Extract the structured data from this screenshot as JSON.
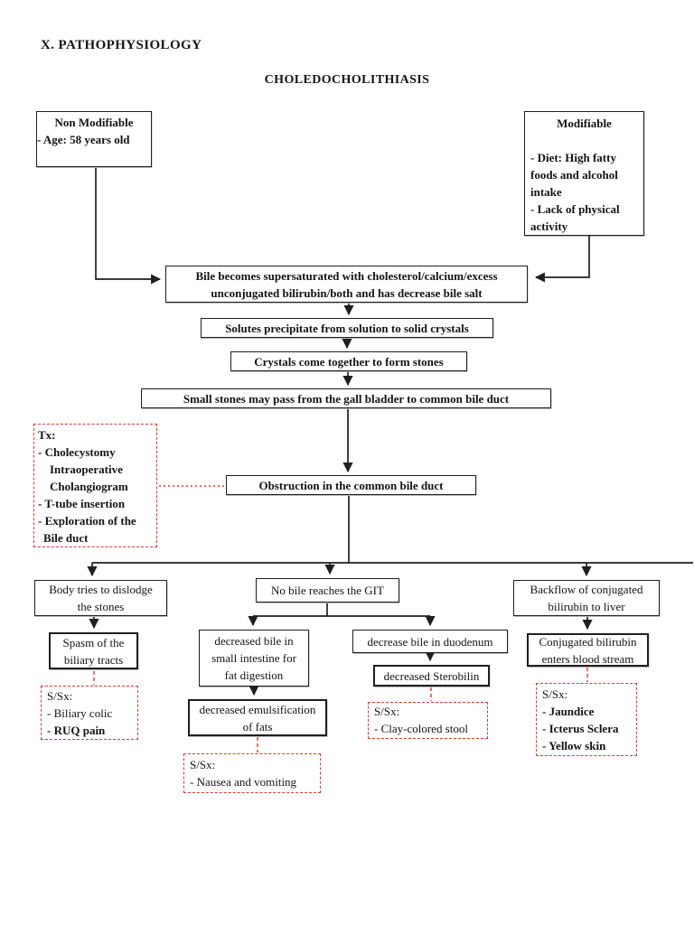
{
  "page": {
    "heading": "X. PATHOPHYSIOLOGY",
    "title": "CHOLEDOCHOLITHIASIS"
  },
  "colors": {
    "box_border": "#1f1f1f",
    "red_accent": "#e4372e"
  },
  "boxes": {
    "non_modifiable": {
      "lines": [
        "Non Modifiable",
        "- Age: 58 years old"
      ]
    },
    "modifiable": {
      "lines": [
        "Modifiable",
        " - Diet: High fatty",
        "foods and alcohol",
        "intake",
        "- Lack of physical",
        "activity"
      ]
    },
    "supersaturated": {
      "lines": [
        "Bile becomes supersaturated with cholesterol/calcium/excess",
        "unconjugated bilirubin/both and has decrease bile salt"
      ]
    },
    "solutes": {
      "lines": [
        "Solutes precipitate from solution to solid crystals"
      ]
    },
    "crystals": {
      "lines": [
        "Crystals come together to form stones"
      ]
    },
    "small_stones": {
      "lines": [
        "Small stones may pass from the gall bladder to common bile duct"
      ]
    },
    "tx": {
      "lines": [
        "Tx:",
        "- Cholecystomy",
        "Intraoperative",
        "Cholangiogram",
        "- T-tube insertion",
        "- Exploration of the",
        "Bile duct"
      ]
    },
    "obstruction": {
      "lines": [
        "Obstruction in the common bile duct"
      ]
    },
    "body_dislodge": {
      "lines": [
        "Body tries to dislodge",
        "the stones"
      ]
    },
    "spasm": {
      "lines": [
        "Spasm of the",
        "biliary tracts"
      ]
    },
    "ssx_biliary": {
      "lines": [
        "S/Sx:",
        "- Biliary colic",
        "- RUQ pain"
      ]
    },
    "no_bile_git": {
      "lines": [
        "No bile reaches the GIT"
      ]
    },
    "dec_bile_intestine": {
      "lines": [
        "decreased bile in",
        "small intestine for",
        "fat digestion"
      ]
    },
    "dec_bile_duodenum": {
      "lines": [
        "decrease bile in duodenum"
      ]
    },
    "dec_sterobilin": {
      "lines": [
        "decreased Sterobilin"
      ]
    },
    "dec_emulsification": {
      "lines": [
        "decreased emulsification",
        "of fats"
      ]
    },
    "ssx_clay": {
      "lines": [
        "S/Sx:",
        "- Clay-colored stool"
      ]
    },
    "ssx_nausea": {
      "lines": [
        "S/Sx:",
        "- Nausea and vomiting"
      ]
    },
    "backflow": {
      "lines": [
        "Backflow of conjugated",
        "bilirubin to liver"
      ]
    },
    "conjugated": {
      "lines": [
        "Conjugated bilirubin",
        "enters blood stream"
      ]
    },
    "ssx_jaundice": {
      "lines": [
        "S/Sx:",
        "- Jaundice",
        "- Icterus Sclera",
        "- Yellow skin"
      ]
    }
  }
}
